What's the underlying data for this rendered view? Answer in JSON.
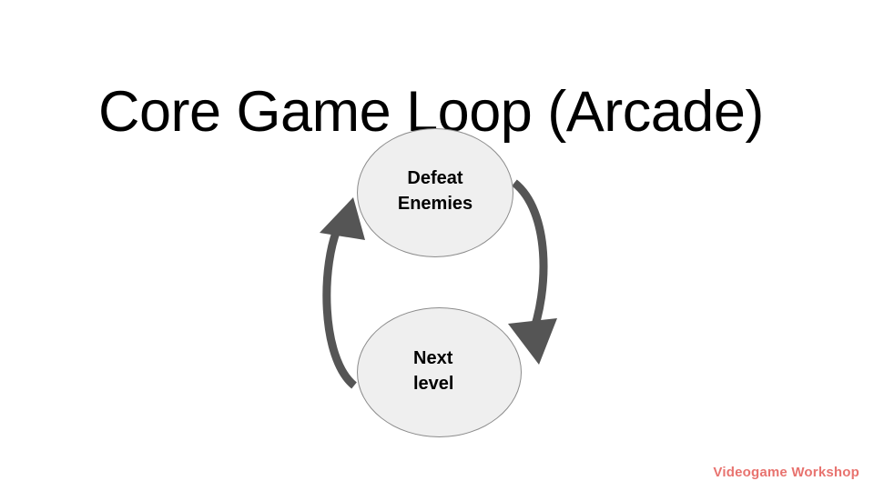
{
  "slide": {
    "title": "Core Game Loop (Arcade)",
    "background_color": "#ffffff",
    "footer_brand": "Videogame Workshop",
    "footer_color": "#e8736f"
  },
  "diagram": {
    "type": "cycle",
    "node_fill": "#efefef",
    "node_stroke": "#8c8c8c",
    "arrow_color": "#555555",
    "nodes": [
      {
        "id": "defeat-enemies",
        "label": "Defeat\nEnemies",
        "shape": "ellipse"
      },
      {
        "id": "next-level",
        "label": "Next\nlevel",
        "shape": "ellipse"
      }
    ],
    "arrows": [
      {
        "id": "defeat-to-next",
        "from": "defeat-enemies",
        "to": "next-level",
        "side": "right",
        "direction": "down"
      },
      {
        "id": "next-to-defeat",
        "from": "next-level",
        "to": "defeat-enemies",
        "side": "left",
        "direction": "up"
      }
    ]
  }
}
